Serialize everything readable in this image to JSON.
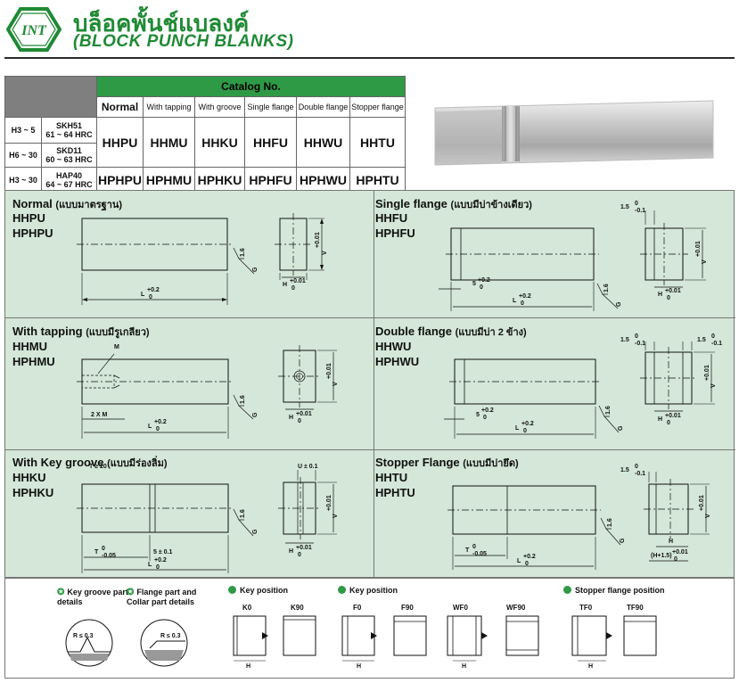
{
  "header": {
    "logo_text": "INT",
    "title_th": "บล็อคพั้นช์แบลงค์",
    "title_en": "(BLOCK PUNCH BLANKS)"
  },
  "catalog": {
    "header": "Catalog No.",
    "columns": [
      "Normal",
      "With tapping",
      "With groove",
      "Single flange",
      "Double flange",
      "Stopper flange"
    ],
    "rows": [
      {
        "hrange": "H3 ~ 5",
        "material": "SKH51",
        "hardness": "61 ~ 64 HRC",
        "codes": [
          "HHPU",
          "HHMU",
          "HHKU",
          "HHFU",
          "HHWU",
          "HHTU"
        ]
      },
      {
        "hrange": "H6 ~ 30",
        "material": "SKD11",
        "hardness": "60 ~ 63 HRC",
        "codes": [
          "HHPU",
          "HHMU",
          "HHKU",
          "HHFU",
          "HHWU",
          "HHTU"
        ]
      },
      {
        "hrange": "H3 ~ 30",
        "material": "HAP40",
        "hardness": "64 ~ 67 HRC",
        "codes": [
          "HPHPU",
          "HPHMU",
          "HPHKU",
          "HPHFU",
          "HPHWU",
          "HPHTU"
        ]
      }
    ]
  },
  "panels": {
    "normal": {
      "title": "Normal",
      "title_th": "(แบบมาตรฐาน)",
      "codes": [
        "HHPU",
        "HPHPU"
      ]
    },
    "single": {
      "title": "Single flange",
      "title_th": "(แบบมีบ่าข้างเดียว)",
      "codes": [
        "HHFU",
        "HPHFU"
      ]
    },
    "tapping": {
      "title": "With tapping",
      "title_th": "(แบบมีรูเกลียว)",
      "codes": [
        "HHMU",
        "HPHMU"
      ]
    },
    "double": {
      "title": "Double flange",
      "title_th": "(แบบมีบ่า 2 ข้าง)",
      "codes": [
        "HHWU",
        "HPHWU"
      ]
    },
    "keygroove": {
      "title": "With Key groove",
      "title_th": "(แบบมีร่องลิ่ม)",
      "codes": [
        "HHKU",
        "HPHKU"
      ]
    },
    "stopper": {
      "title": "Stopper Flange",
      "title_th": "(แบบมีบ่ายึด)",
      "codes": [
        "HHTU",
        "HPHTU"
      ]
    }
  },
  "dims": {
    "L": "L",
    "L_tol_up": "+0.2",
    "L_tol_dn": "0",
    "H": "H",
    "H_tol_up": "+0.01",
    "H_tol_dn": "0",
    "V": "V",
    "V_tol_up": "+0.01",
    "V_tol_dn": "0",
    "G": "G",
    "finish": "1.6",
    "M": "M",
    "twoXM": "2 X M",
    "flange_15": "1.5",
    "flange_tol_up": "0",
    "flange_tol_dn": "-0.1",
    "five": "5",
    "five_tol_up": "+0.2",
    "five_tol_dn": "0",
    "T_ge": "T ≥ 20",
    "T": "T",
    "T_tol_up": "0",
    "T_tol_dn": "-0.05",
    "five_pm": "5 ± 0.1",
    "U_pm": "U ± 0.1",
    "H15": "(H+1.5)"
  },
  "legend": {
    "groove": "Key groove part details",
    "flange": "Flange part and Collar part details",
    "r03": "R ≤ 0.3",
    "keypos1": "Key position",
    "keypos2": "Key position",
    "stopperpos": "Stopper flange position",
    "k0": "K0",
    "k90": "K90",
    "f0": "F0",
    "f90": "F90",
    "wf0": "WF0",
    "wf90": "WF90",
    "tf0": "TF0",
    "tf90": "TF90",
    "h": "H"
  },
  "colors": {
    "brand_green": "#1f8a34",
    "panel_bg": "#d4e7d8",
    "header_green": "#2f9a46"
  }
}
